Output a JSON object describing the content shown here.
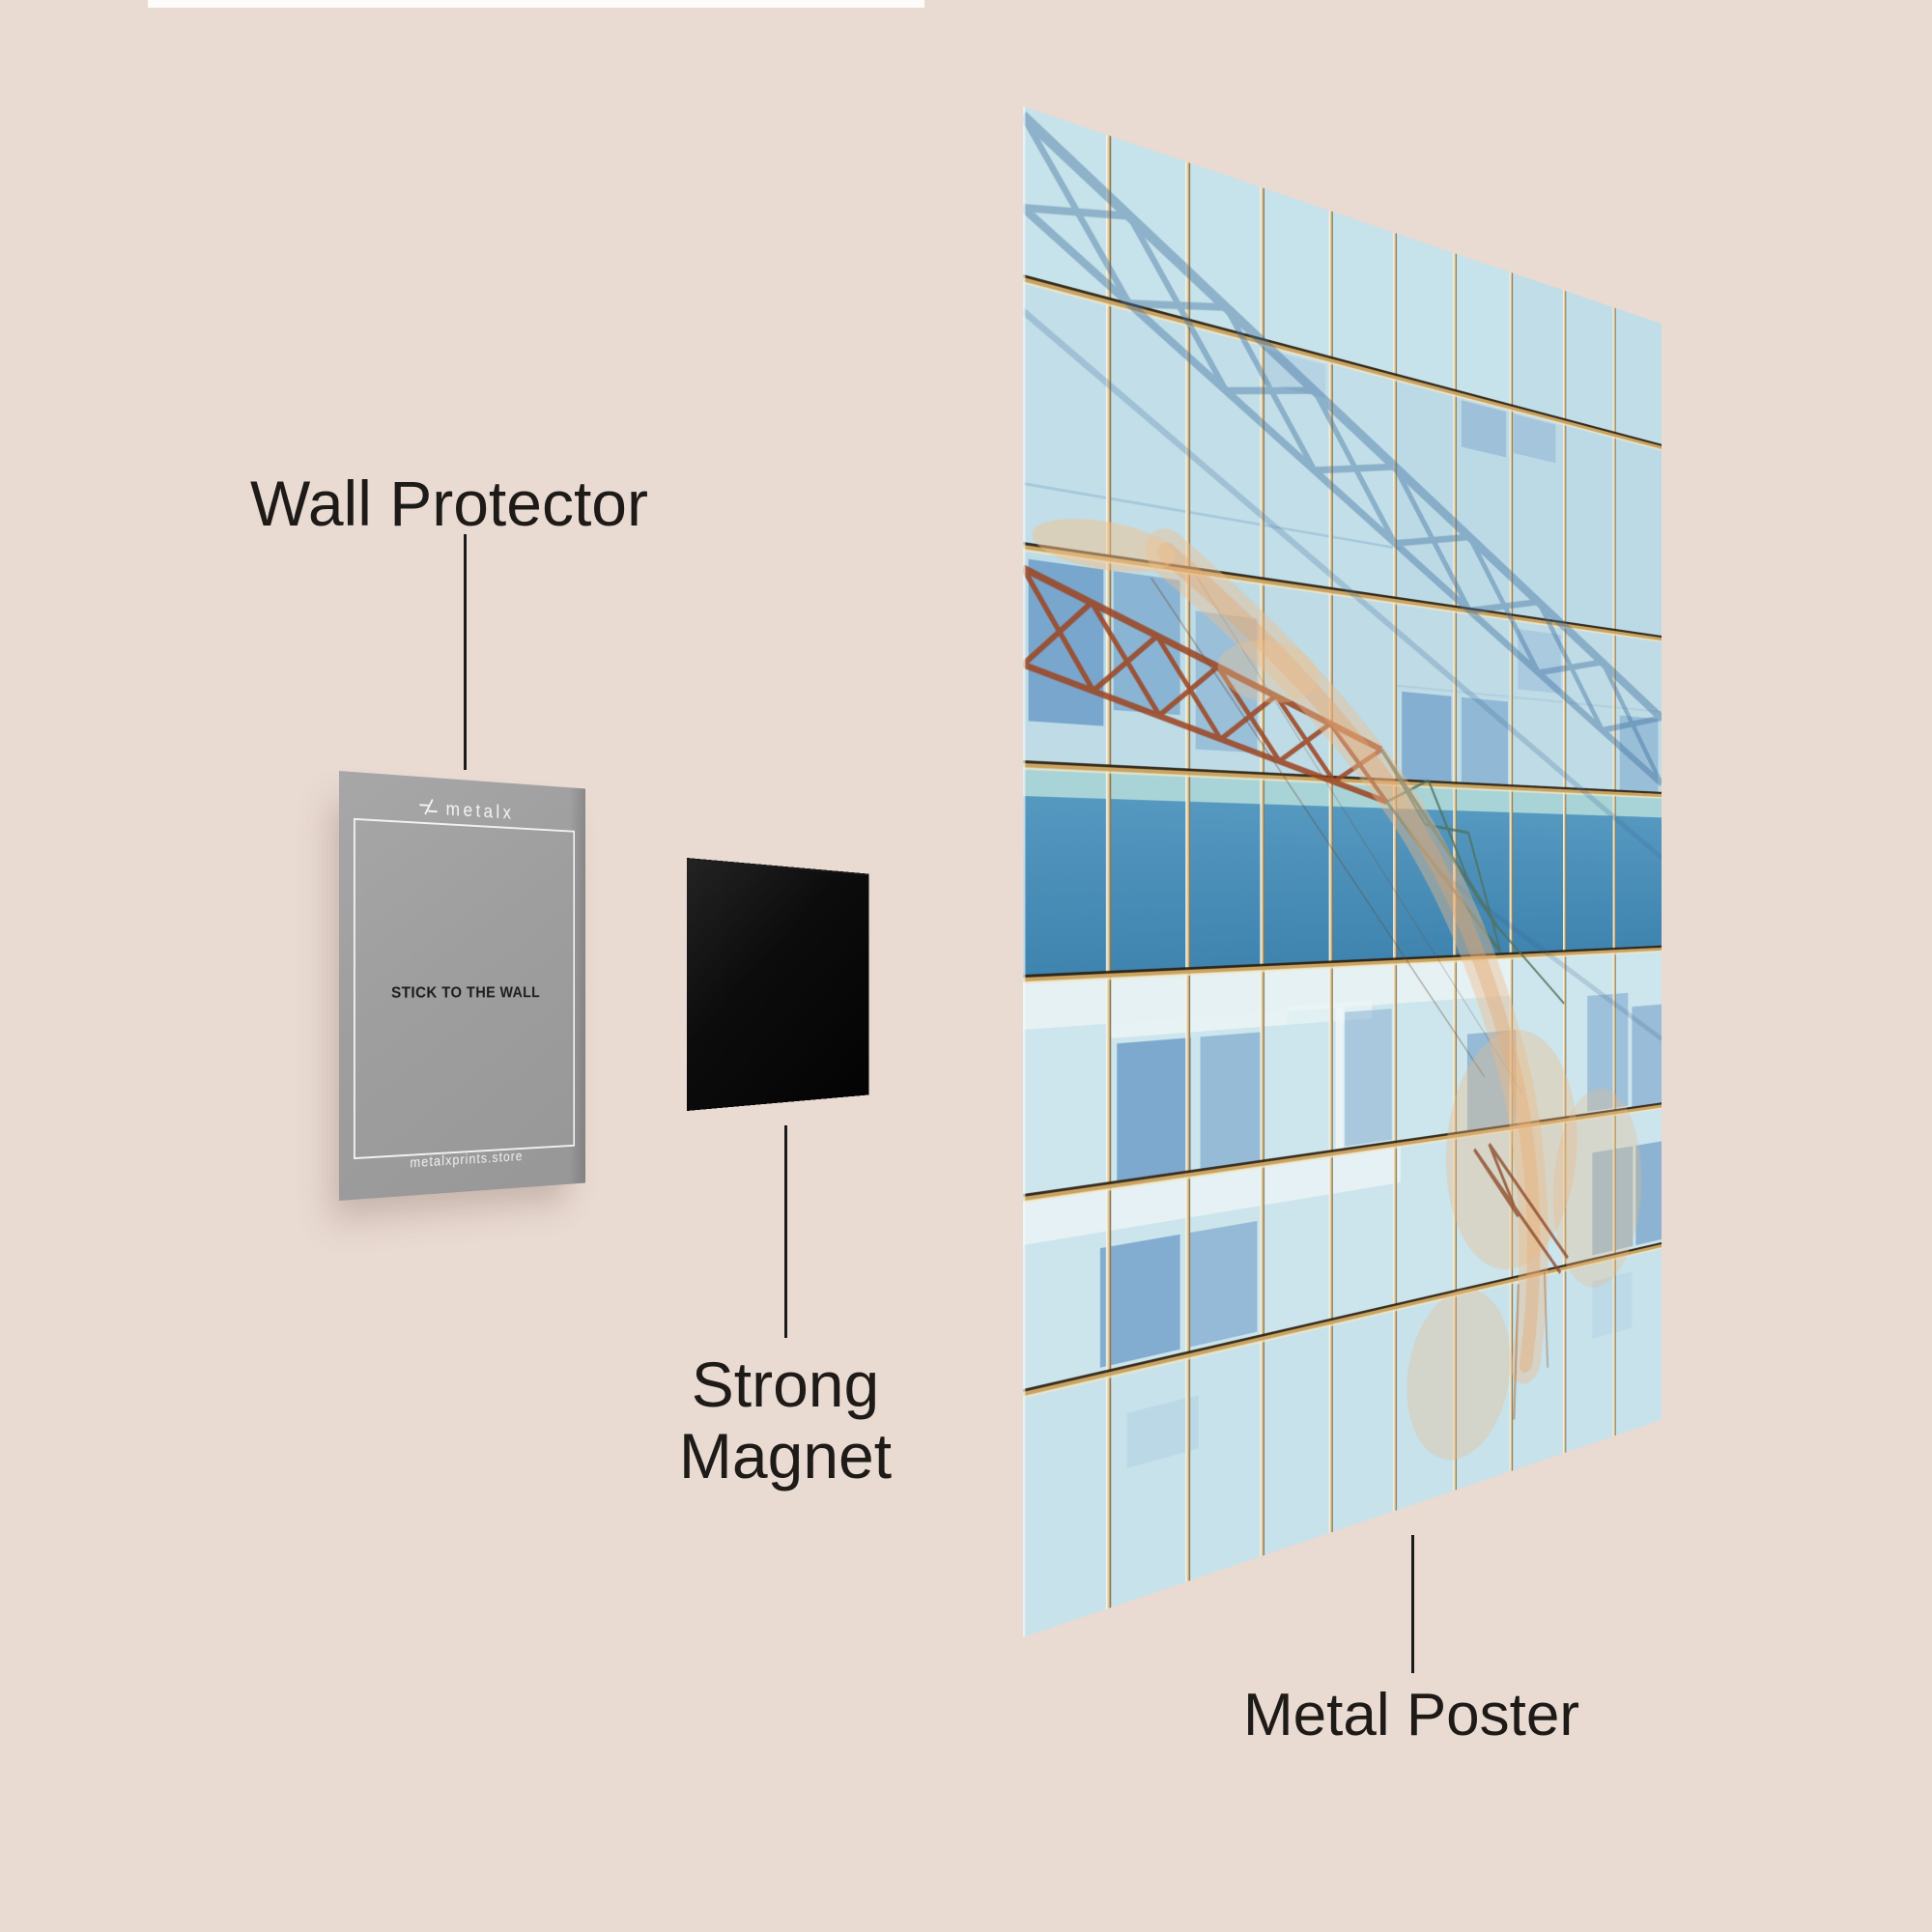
{
  "page": {
    "background_color": "#e9dad2",
    "top_strip_color": "#fdfcfb"
  },
  "annotations": {
    "wall_protector": "Wall Protector",
    "strong_magnet": [
      "Strong",
      "Magnet"
    ],
    "metal_poster": "Metal Poster"
  },
  "wall_protector_card": {
    "brand": "metalx",
    "message": "STICK TO THE WALL",
    "website": "metalxprints.store",
    "color": "#9e9e9e"
  },
  "magnet": {
    "color": "#0d0d0d"
  },
  "poster": {
    "glass_color": "#c2dfe9",
    "dark_band_color": "#4589b3",
    "mullion_color": "#c9a35f",
    "crane_color": "#9c4826",
    "shadow_color": "#41719f"
  }
}
